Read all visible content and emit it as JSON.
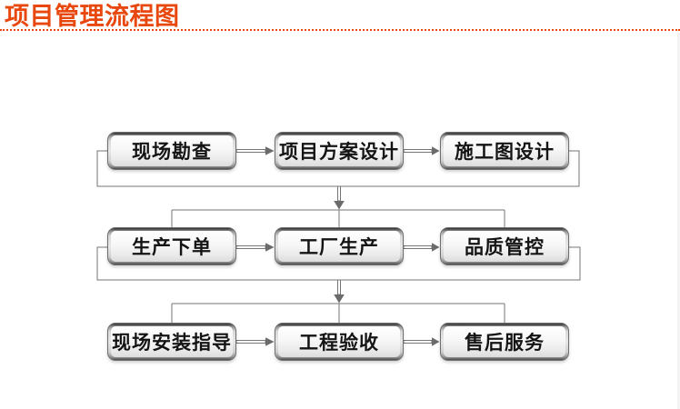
{
  "page": {
    "title": "项目管理流程图",
    "accent_color": "#e8470e"
  },
  "flowchart": {
    "connector_color": "#767676",
    "rows": [
      {
        "nodes": [
          {
            "label": "现场勘查"
          },
          {
            "label": "项目方案设计"
          },
          {
            "label": "施工图设计"
          }
        ]
      },
      {
        "nodes": [
          {
            "label": "生产下单"
          },
          {
            "label": "工厂生产"
          },
          {
            "label": "品质管控"
          }
        ]
      },
      {
        "nodes": [
          {
            "label": "现场安装指导"
          },
          {
            "label": "工程验收"
          },
          {
            "label": "售后服务"
          }
        ]
      }
    ],
    "flow_order": [
      "现场勘查",
      "项目方案设计",
      "施工图设计",
      "生产下单",
      "工厂生产",
      "品质管控",
      "现场安装指导",
      "工程验收",
      "售后服务"
    ]
  }
}
